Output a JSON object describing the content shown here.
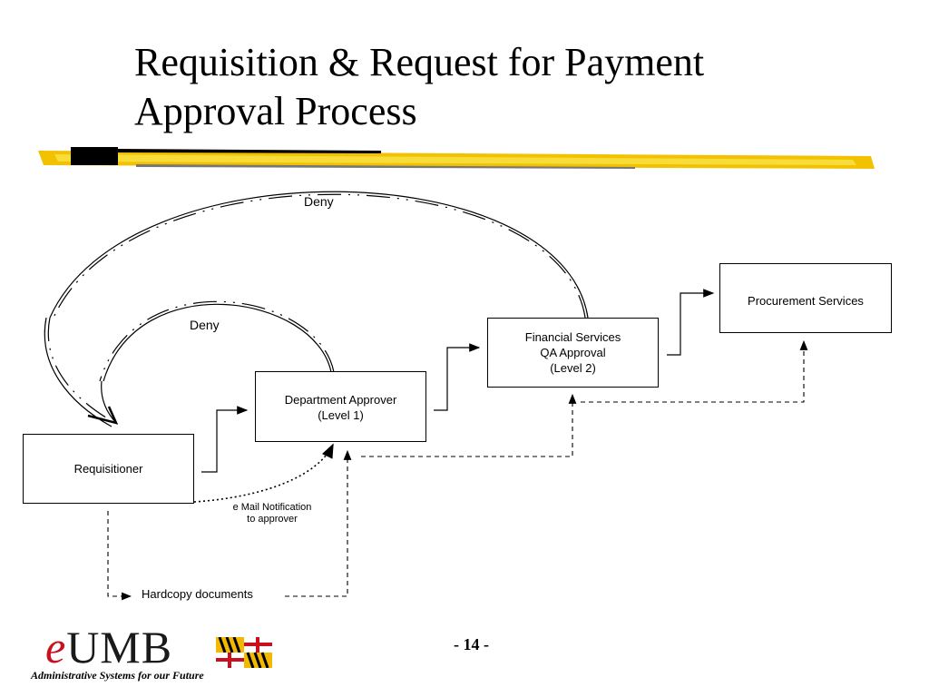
{
  "slide": {
    "title_line1": "Requisition & Request for Payment",
    "title_line2": "Approval Process",
    "page_number": "- 14 -"
  },
  "diagram": {
    "boxes": {
      "requisitioner": "Requisitioner",
      "department_approver": [
        "Department Approver",
        "(Level 1)"
      ],
      "financial_services": [
        "Financial Services",
        "QA  Approval",
        "(Level 2)"
      ],
      "procurement": "Procurement Services"
    },
    "labels": {
      "deny_top": "Deny",
      "deny_mid": "Deny",
      "email_line1": "e Mail Notification",
      "email_line2": "to approver",
      "hardcopy": "Hardcopy documents"
    }
  },
  "logo": {
    "letter": "e",
    "text": "UMB",
    "tagline": "Administrative Systems for our Future"
  },
  "colors": {
    "highlight_stroke": "#f2c200",
    "highlight_light": "#f8dc3a",
    "logo_red": "#c8101e",
    "flag_gold": "#f2b900",
    "flag_black": "#000000"
  }
}
